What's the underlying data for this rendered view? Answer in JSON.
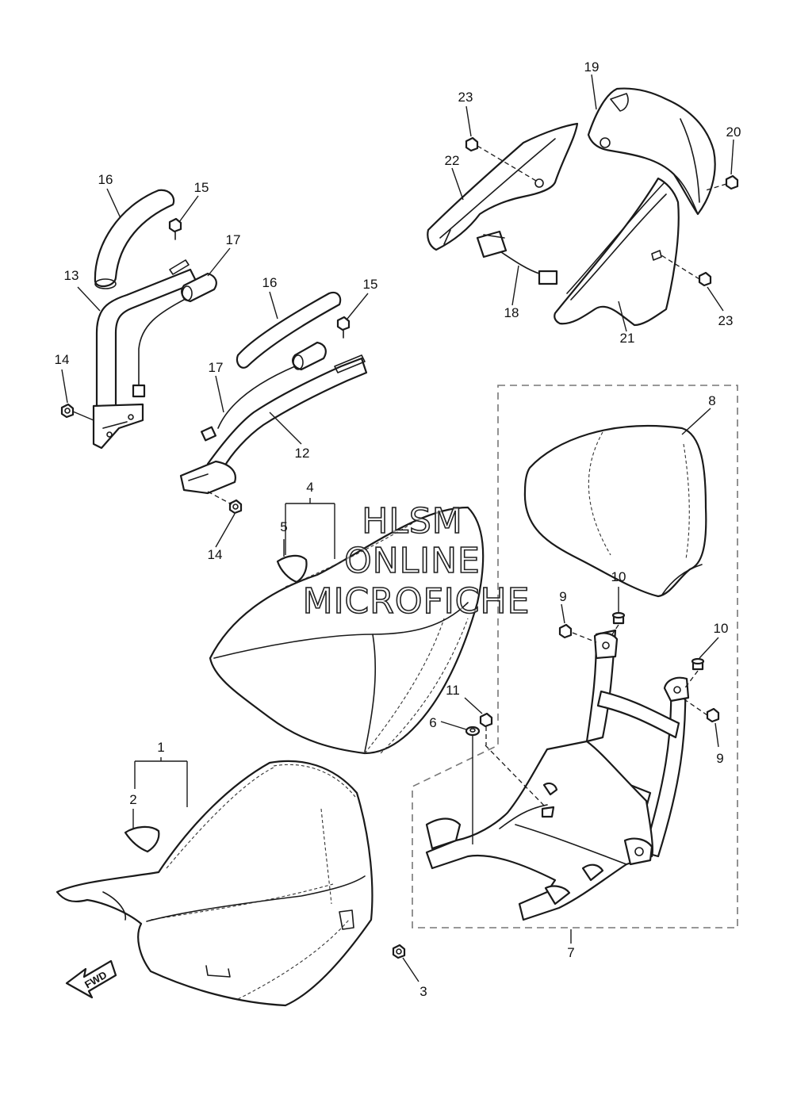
{
  "watermark": {
    "line1": "HLSM",
    "line2": "ONLINE",
    "line3": "MICROFICHE"
  },
  "direction_arrow": {
    "label": "FWD"
  },
  "callouts": {
    "c1": "1",
    "c2": "2",
    "c3": "3",
    "c4": "4",
    "c5": "5",
    "c6": "6",
    "c7": "7",
    "c8": "8",
    "c9a": "9",
    "c9b": "9",
    "c10a": "10",
    "c10b": "10",
    "c11": "11",
    "c12": "12",
    "c13": "13",
    "c14a": "14",
    "c14b": "14",
    "c15a": "15",
    "c15b": "15",
    "c16a": "16",
    "c16b": "16",
    "c17a": "17",
    "c17b": "17",
    "c18": "18",
    "c19": "19",
    "c20": "20",
    "c21": "21",
    "c22": "22",
    "c23a": "23",
    "c23b": "23"
  }
}
